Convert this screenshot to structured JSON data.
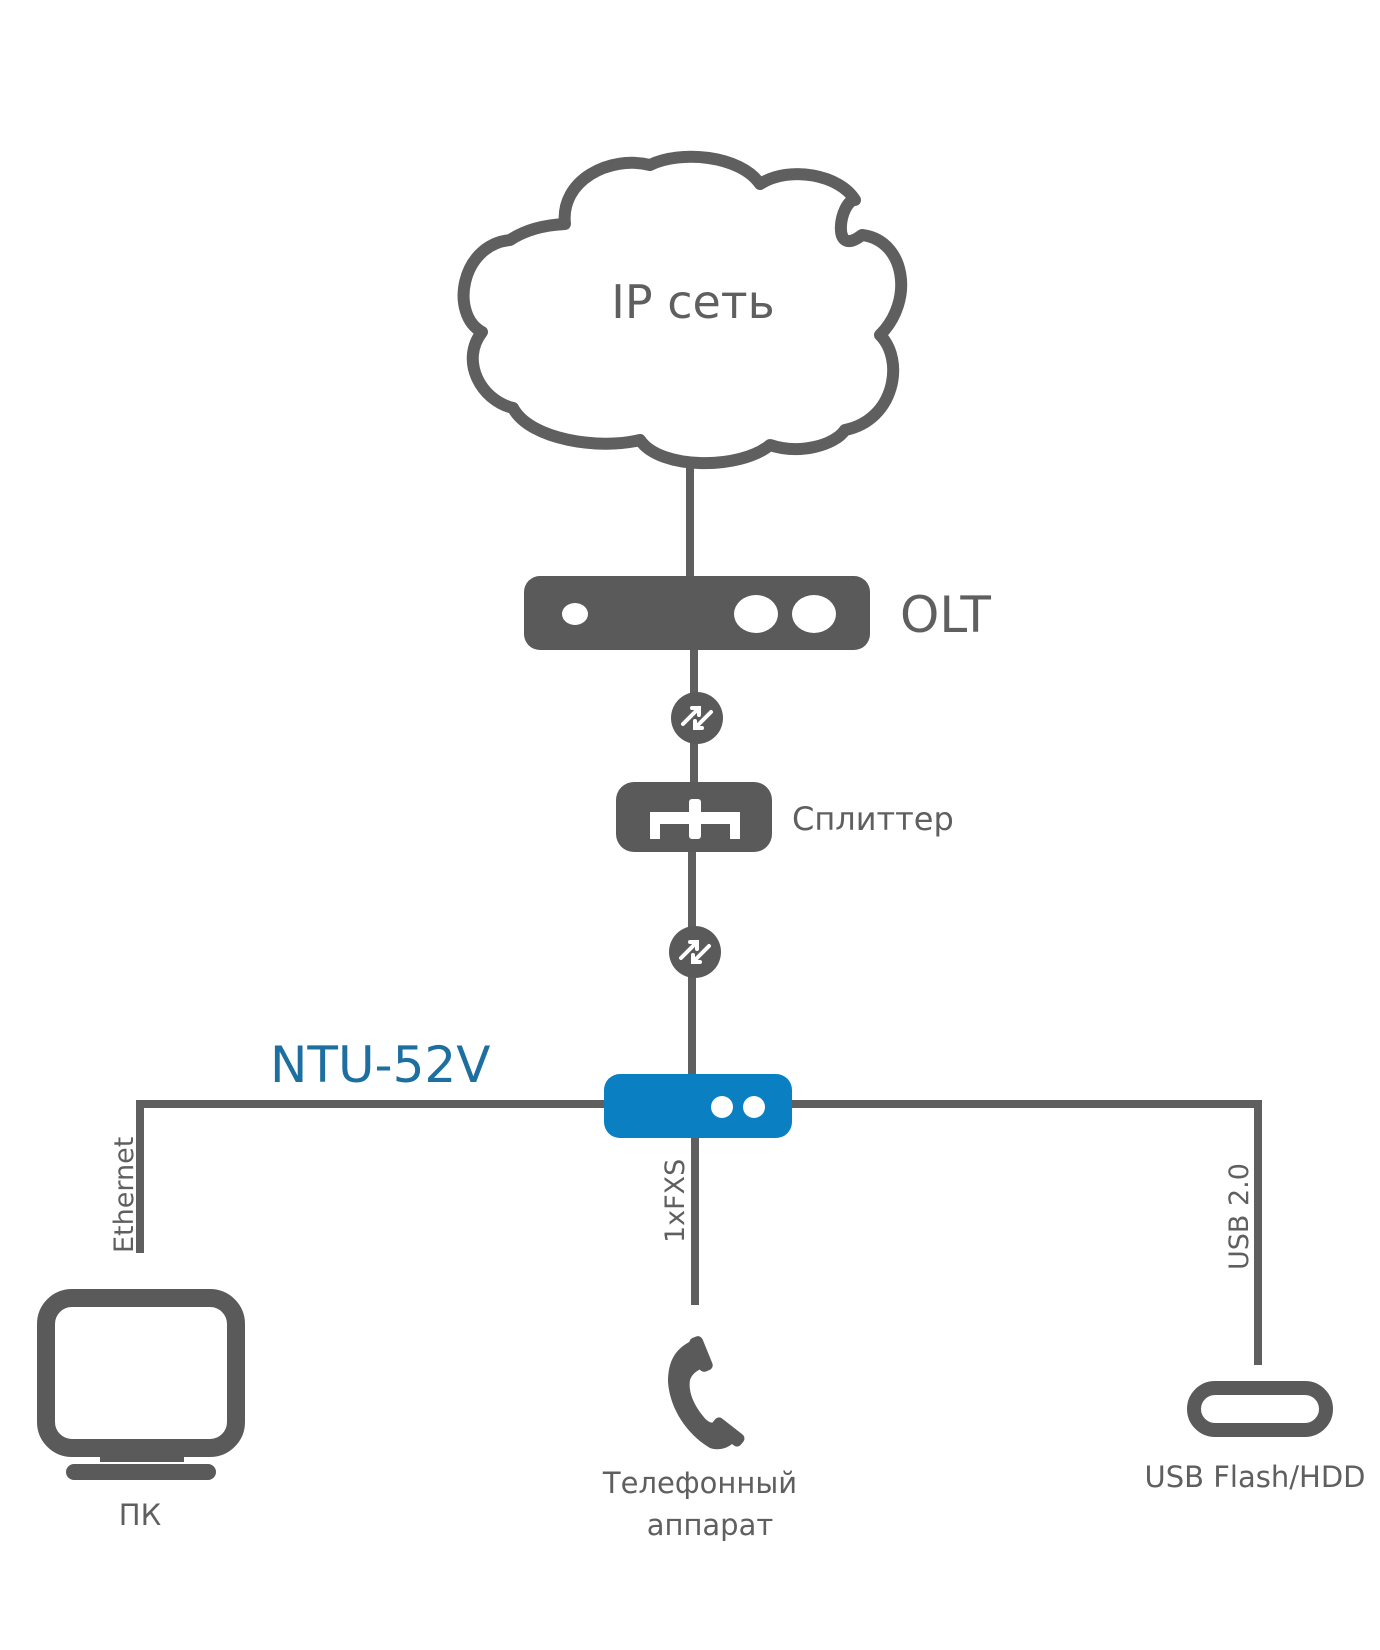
{
  "diagram": {
    "cloud": {
      "label": "IP сеть",
      "icon": "cloud-icon"
    },
    "olt": {
      "label": "OLT",
      "icon": "olt-device-icon"
    },
    "splitter": {
      "label": "Сплиттер",
      "icon": "splitter-icon"
    },
    "ntu": {
      "label": "NTU-52V",
      "icon": "ntu-device-icon"
    },
    "links": {
      "optical_top": {
        "icon": "optical-link-icon"
      },
      "optical_bottom": {
        "icon": "optical-link-icon"
      }
    },
    "ports": {
      "ethernet": "Ethernet",
      "fxs": "1xFXS",
      "usb": "USB 2.0"
    },
    "endpoints": {
      "pc": {
        "label": "ПК",
        "icon": "monitor-icon"
      },
      "phone": {
        "label_line1": "Телефонный",
        "label_line2": "аппарат",
        "icon": "phone-handset-icon"
      },
      "usb": {
        "label": "USB Flash/HDD",
        "icon": "usb-drive-icon"
      }
    },
    "colors": {
      "line_gray": "#5f5f5f",
      "device_gray": "#5a5a5a",
      "ntu_blue": "#0a7fc2",
      "ntu_label_blue": "#1d6fa0",
      "background": "#ffffff"
    }
  }
}
